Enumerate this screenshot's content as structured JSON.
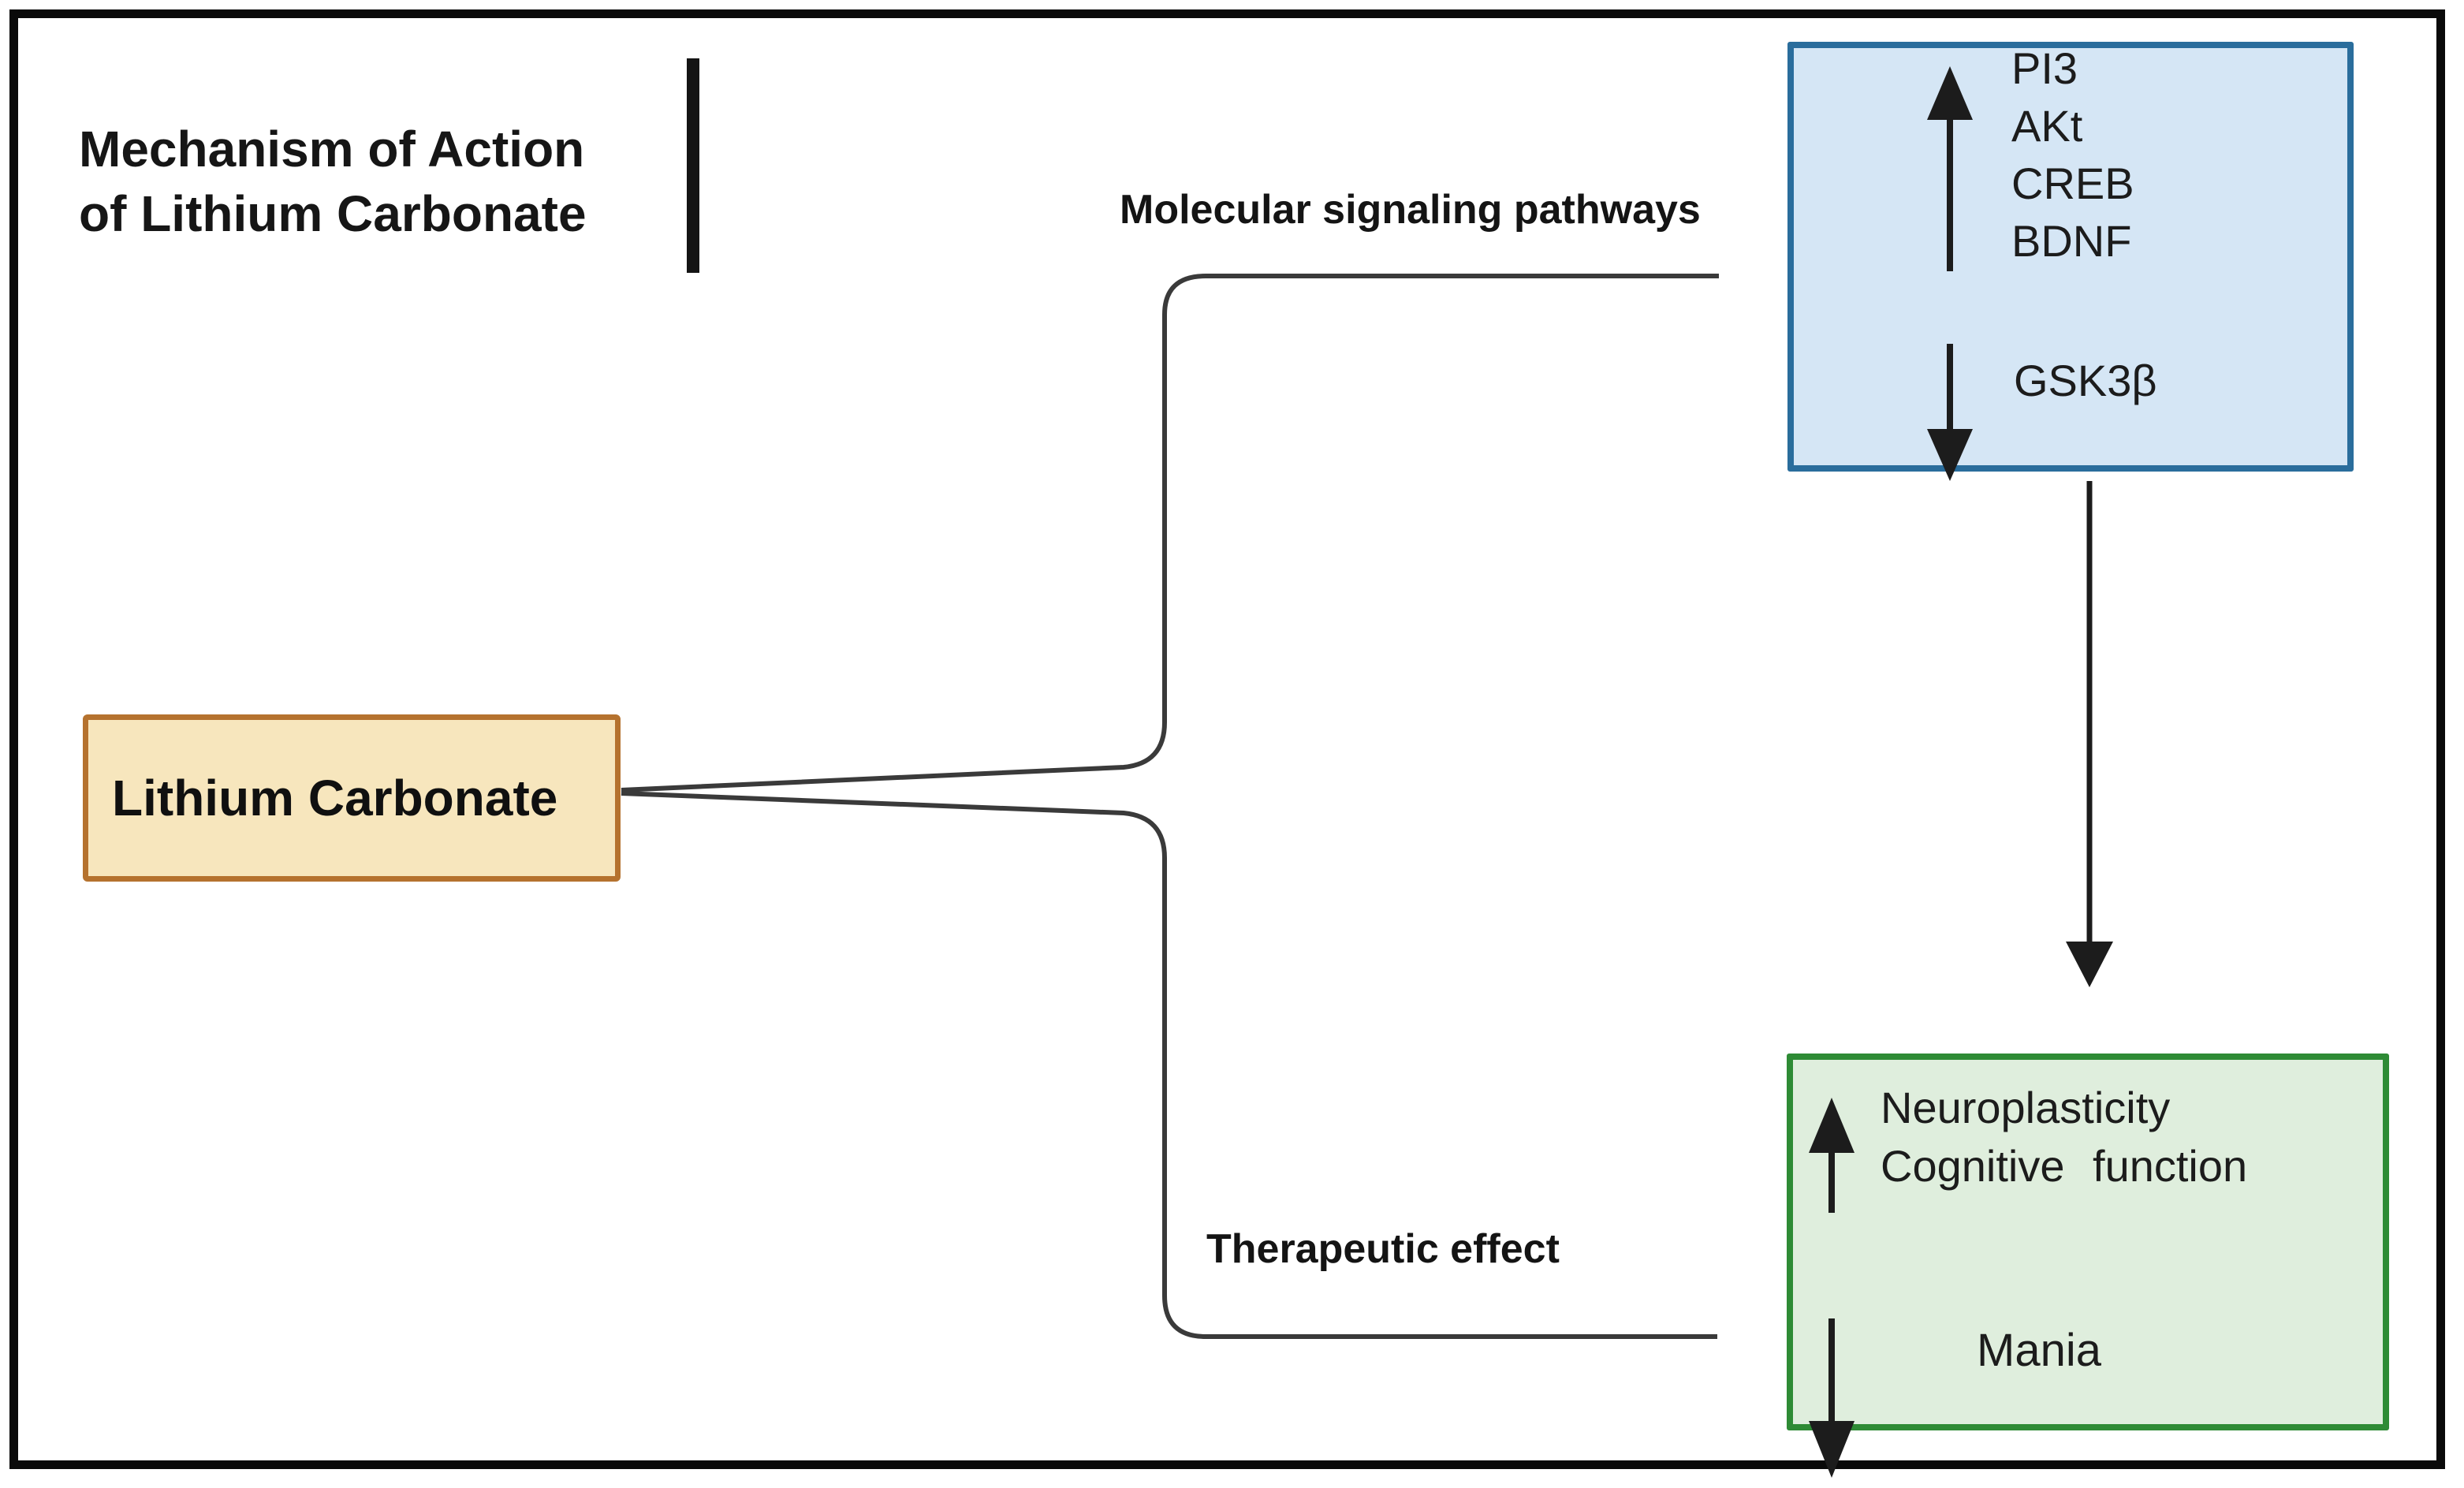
{
  "title": {
    "line1": "Mechanism of Action",
    "line2": "of Lithium Carbonate"
  },
  "source_box": {
    "label": "Lithium Carbonate"
  },
  "branches": {
    "top_label": "Molecular signaling pathways",
    "bottom_label": "Therapeutic effect"
  },
  "signaling_box": {
    "increased": [
      "PI3",
      "AKt",
      "CREB",
      "BDNF"
    ],
    "decreased": [
      "GSK3β"
    ]
  },
  "effect_box": {
    "increased": [
      "Neuroplasticity",
      "Cognitive function"
    ],
    "decreased": [
      "Mania"
    ]
  },
  "icons": {
    "up_arrow": "increase-arrow-icon",
    "down_arrow": "decrease-arrow-icon",
    "flow_arrow": "flow-down-arrow-icon"
  },
  "colors": {
    "signaling_box_fill": "#d5e6f5",
    "signaling_box_border": "#2a6d9c",
    "effect_box_fill": "#dfeedd",
    "effect_box_border": "#2e8b35",
    "source_box_fill": "#f7e6bd",
    "source_box_border": "#b5722e",
    "connector_line": "#3a3a3a",
    "arrow": "#1c1c1c",
    "frame": "#0a0a0a",
    "text": "#181818"
  }
}
